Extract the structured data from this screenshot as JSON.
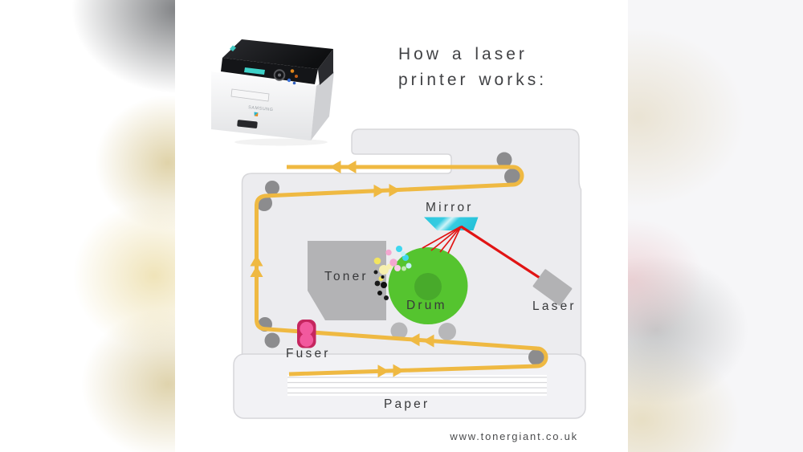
{
  "title": {
    "line1": "How a laser",
    "line2": "printer works:"
  },
  "footer": {
    "url": "www.tonergiant.co.uk"
  },
  "printer_photo": {
    "brand": "SAMSUNG"
  },
  "diagram": {
    "labels": {
      "mirror": "Mirror",
      "laser": "Laser",
      "toner": "Toner",
      "drum": "Drum",
      "fuser": "Fuser",
      "paper": "Paper"
    },
    "colors": {
      "body_fill": "#ececef",
      "body_stroke": "#d7d7da",
      "paper_path": "#efb942",
      "drum": "#55c42f",
      "drum_core": "#48aa2b",
      "mirror_cyan": "#2bc7dd",
      "laser_beam": "#e11414",
      "laser_unit": "#b2b2b4",
      "fuser_body": "#c5265f",
      "fuser_roller": "#f2599e",
      "roller_dark": "#8c8c8e",
      "roller_light": "#b7b7b9",
      "toner_hopper": "#b3b3b5",
      "toner_dots": [
        "#f2e460",
        "#f7f0ae",
        "#f4a6d0",
        "#f9cfe9",
        "#3fd7ef",
        "#c4f0f8",
        "#bfe9ae",
        "#1a1a1a"
      ]
    }
  }
}
